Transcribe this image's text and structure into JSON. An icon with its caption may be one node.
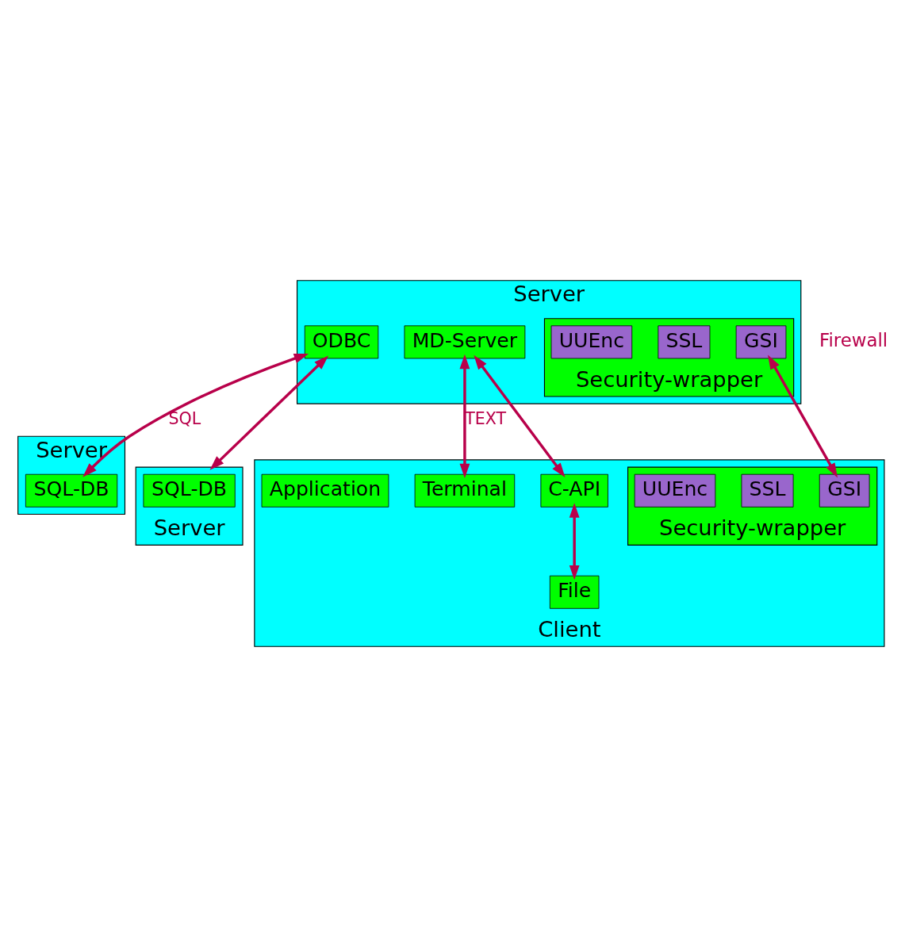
{
  "diagram": {
    "nodes": [
      {
        "text": [
          "Server"
        ]
      },
      {
        "text": [
          "SQL-DB"
        ],
        "in": 0
      },
      {
        "text": [
          "Server"
        ]
      },
      {
        "text": [
          "ODBC"
        ],
        "in": 2
      },
      {
        "text": [
          "MD-Server"
        ],
        "in": 2
      },
      {
        "text": [
          "Security-wrapper"
        ],
        "in": 2
      },
      {
        "text": [
          "GSI"
        ],
        "in": 5
      },
      {
        "text": [
          "SSL"
        ],
        "in": 5
      },
      {
        "text": [
          "UUEnc"
        ],
        "in": 5
      },
      {
        "text": [
          "Server"
        ]
      },
      {
        "text": [
          "SQL-DB"
        ],
        "in": 9
      },
      {
        "text": [
          "Client"
        ]
      },
      {
        "text": [
          "Security-wrapper"
        ],
        "in": 11
      },
      {
        "text": [
          "GSI"
        ],
        "in": 12
      },
      {
        "text": [
          "SSL"
        ],
        "in": 12
      },
      {
        "text": [
          "UUEnc"
        ],
        "in": 12
      },
      {
        "text": [
          "Terminal"
        ],
        "in": 11
      },
      {
        "text": [
          "C-API"
        ],
        "in": 11
      },
      {
        "text": [
          "Application"
        ],
        "in": 11
      },
      {
        "text": [
          "File"
        ],
        "in": 11
      }
    ],
    "edges": [
      {
        "from": 3,
        "to": 1,
        "arrow": "both",
        "label": "SQL"
      },
      {
        "from": 3,
        "to": 9,
        "arrow": "both"
      },
      {
        "from": 6,
        "to": 13,
        "arrow": "both"
      },
      {
        "from": 4,
        "to": 16,
        "arrow": "both",
        "label": "TEXT"
      },
      {
        "from": 4,
        "to": 17,
        "arrow": "both"
      },
      {
        "from": 17,
        "to": 19,
        "arrow": "both"
      }
    ],
    "labels": [
      "Firewall"
    ]
  }
}
